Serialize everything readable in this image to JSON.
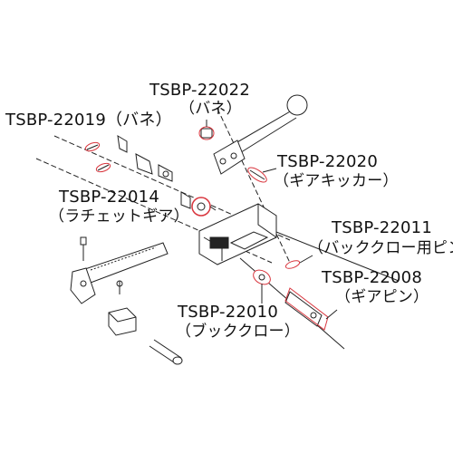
{
  "parts": [
    {
      "id": "sp22022",
      "code": "TSBP-22022",
      "name": "（バネ）"
    },
    {
      "id": "sp22019",
      "code": "TSBP-22019（バネ）",
      "name": ""
    },
    {
      "id": "sp22020",
      "code": "TSBP-22020",
      "name": "（ギアキッカー）"
    },
    {
      "id": "sp22014",
      "code": "TSBP-22014",
      "name": "（ラチェットギア）"
    },
    {
      "id": "sp22011",
      "code": "TSBP-22011",
      "name": "（バッククロー用ピン）"
    },
    {
      "id": "sp22008",
      "code": "TSBP-22008",
      "name": "（ギアピン）"
    },
    {
      "id": "sp22010",
      "code": "TSBP-22010",
      "name": "（ブッククロー）"
    }
  ],
  "colors": {
    "line": "#222222",
    "highlight": "#d9363e",
    "background": "#ffffff"
  }
}
